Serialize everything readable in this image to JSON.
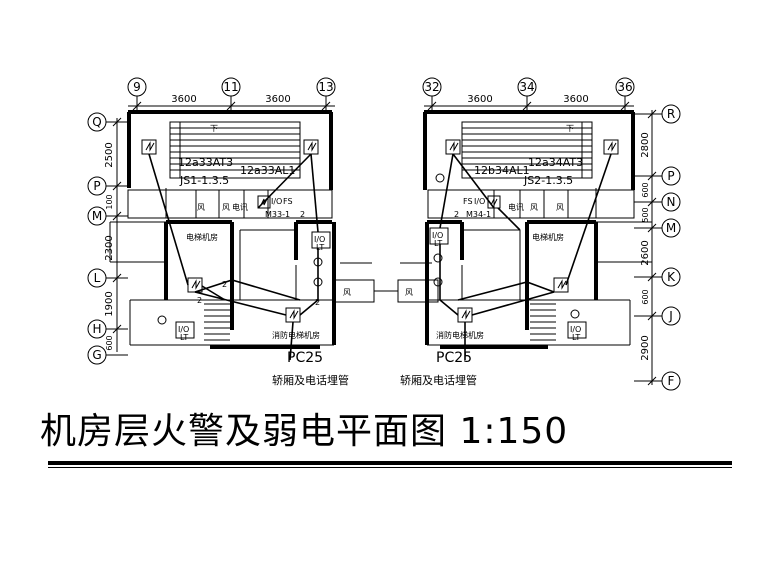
{
  "title": "机房层火警及弱电平面图 1:150",
  "left_plan": {
    "col_labels": [
      "9",
      "11",
      "13"
    ],
    "col_dims": [
      "3600",
      "3600"
    ],
    "row_labels": [
      "Q",
      "P",
      "M",
      "L",
      "H",
      "G"
    ],
    "row_dims": [
      "2500",
      "100",
      "2300",
      "1900",
      "600"
    ],
    "cable_tags": [
      "12a33AT3",
      "12a33AL1"
    ],
    "stair_tag": "JS1-1.3.5",
    "fan_labels": [
      "风",
      "风"
    ],
    "room_labels": [
      "电讯",
      "电梯机房",
      "消防电梯机房"
    ],
    "io_label": "I/O",
    "lt_label": "LT",
    "fs_label": "FS",
    "panel_tag": "M33-1",
    "marks": [
      "2",
      "2",
      "2",
      "2"
    ],
    "down_label": "下",
    "pipe_label": "PC25",
    "pipe_note": "轿厢及电话埋管"
  },
  "right_plan": {
    "col_labels": [
      "32",
      "34",
      "36"
    ],
    "col_dims": [
      "3600",
      "3600"
    ],
    "row_labels": [
      "R",
      "P",
      "N",
      "M",
      "K",
      "J",
      "F"
    ],
    "row_dims": [
      "2800",
      "600",
      "500",
      "2600",
      "600",
      "2900"
    ],
    "cable_tags": [
      "12b34AL1",
      "12a34AT3"
    ],
    "stair_tag": "JS2-1.3.5",
    "fan_labels": [
      "风",
      "风"
    ],
    "room_labels": [
      "电讯",
      "电梯机房",
      "消防电梯机房"
    ],
    "io_label": "I/O",
    "lt_label": "LT",
    "fs_label": "FS",
    "panel_tag": "M34-1",
    "marks": [
      "2"
    ],
    "down_label": "下",
    "pipe_label": "PC25",
    "pipe_note": "轿厢及电话埋管"
  },
  "link_fan_labels": [
    "风",
    "风"
  ]
}
